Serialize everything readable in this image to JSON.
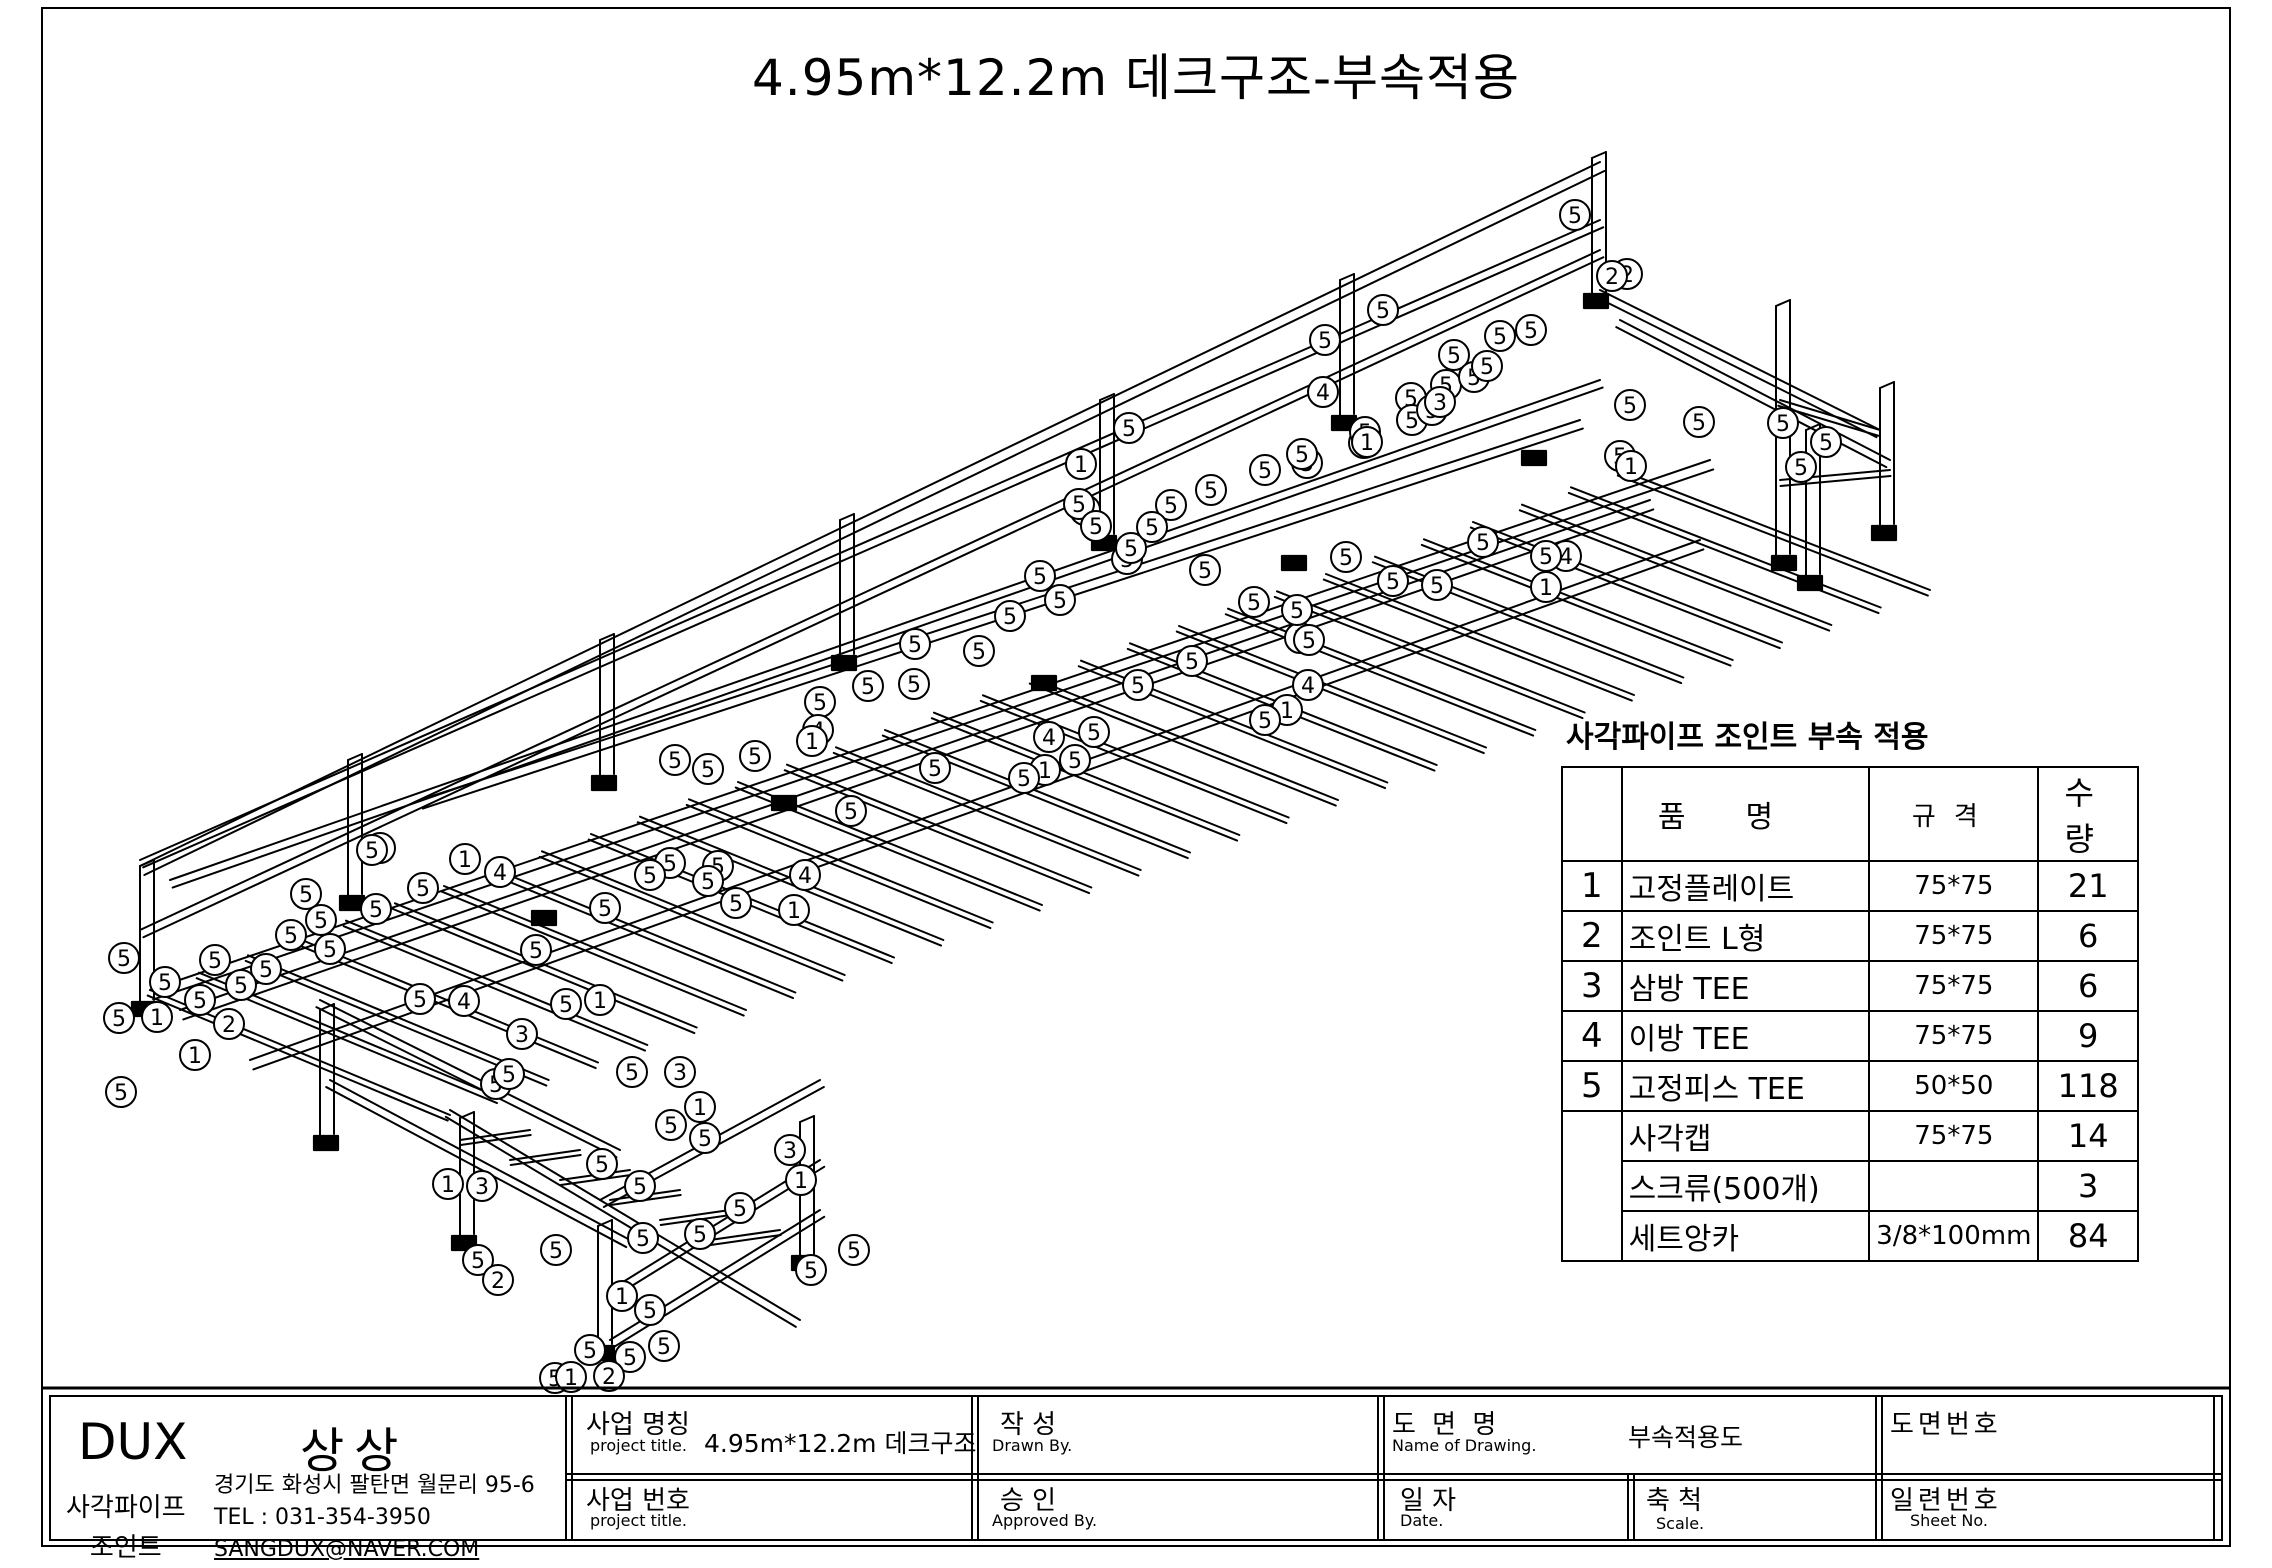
{
  "drawing_title": "4.95m*12.2m 데크구조-부속적용",
  "parts_caption": "사각파이프 조인트 부속 적용",
  "parts_table": {
    "headers": {
      "name": "품명",
      "spec": "규격",
      "qty": "수량"
    },
    "rows": [
      {
        "no": "1",
        "name": "고정플레이트",
        "spec": "75*75",
        "qty": "21"
      },
      {
        "no": "2",
        "name": "조인트 L형",
        "spec": "75*75",
        "qty": "6"
      },
      {
        "no": "3",
        "name": "삼방 TEE",
        "spec": "75*75",
        "qty": "6"
      },
      {
        "no": "4",
        "name": "이방 TEE",
        "spec": "75*75",
        "qty": "9"
      },
      {
        "no": "5",
        "name": "고정피스 TEE",
        "spec": "50*50",
        "qty": "118"
      },
      {
        "no": "",
        "name": "사각캡",
        "spec": "75*75",
        "qty": "14"
      },
      {
        "no": "",
        "name": "스크류(500개)",
        "spec": "",
        "qty": "3"
      },
      {
        "no": "",
        "name": "세트앙카",
        "spec": "3/8*100mm",
        "qty": "84"
      }
    ]
  },
  "title_block": {
    "brand": "DUX",
    "brand_kr": "상상",
    "company": [
      "사각파이프",
      "조인트"
    ],
    "address": "경기도 화성시 팔탄면 월문리 95-6",
    "tel": "TEL : 031-354-3950",
    "email": "SANGDUX@NAVER.COM",
    "project_name_label": "사업 명칭",
    "project_name_label_en": "project title.",
    "project_name_value": "4.95m*12.2m 데크구조",
    "drawn_label": "작  성",
    "drawn_label_en": "Drawn By.",
    "drawing_name_label": "도 면 명",
    "drawing_name_label_en": "Name of Drawing.",
    "drawing_name_value": "부속적용도",
    "drawing_no_label": "도면번호",
    "project_no_label": "사업 번호",
    "project_no_label_en": "project title.",
    "approved_label": "승  인",
    "approved_label_en": "Approved By.",
    "date_label": "일  자",
    "date_label_en": "Date.",
    "scale_label": "축  척",
    "scale_label_en": "Scale.",
    "sheet_no_label": "일련번호",
    "sheet_no_label_en": "Sheet No."
  },
  "balloons": [
    "5",
    "2",
    "5",
    "5",
    "4",
    "1",
    "2",
    "5",
    "5",
    "5",
    "5",
    "5",
    "5",
    "1",
    "5",
    "4",
    "5",
    "1",
    "5",
    "5",
    "5",
    "5",
    "5",
    "5",
    "5",
    "5",
    "5",
    "5",
    "5",
    "3",
    "5",
    "1",
    "5",
    "5",
    "5",
    "5",
    "5",
    "4",
    "1",
    "5",
    "5",
    "5",
    "5",
    "5",
    "4",
    "1",
    "5",
    "1",
    "5",
    "5",
    "5",
    "5",
    "5",
    "5",
    "5",
    "5",
    "5",
    "5",
    "5",
    "5",
    "5",
    "4",
    "1",
    "5",
    "5",
    "5",
    "5",
    "4",
    "1",
    "5",
    "5",
    "5",
    "5",
    "5",
    "5",
    "5",
    "4",
    "1",
    "5",
    "5",
    "5",
    "5",
    "5",
    "5",
    "5",
    "4",
    "1",
    "5",
    "5",
    "5",
    "5",
    "5",
    "5",
    "5",
    "5",
    "5",
    "5",
    "5",
    "5",
    "1",
    "5",
    "5",
    "2",
    "1",
    "5",
    "5",
    "5",
    "4",
    "5",
    "5",
    "3",
    "5",
    "1",
    "5",
    "3",
    "1",
    "5",
    "5",
    "3",
    "1",
    "5",
    "5",
    "5",
    "5",
    "5",
    "5",
    "5",
    "5",
    "3",
    "1",
    "5",
    "2",
    "1",
    "5",
    "5",
    "5",
    "5",
    "5",
    "2",
    "1"
  ]
}
